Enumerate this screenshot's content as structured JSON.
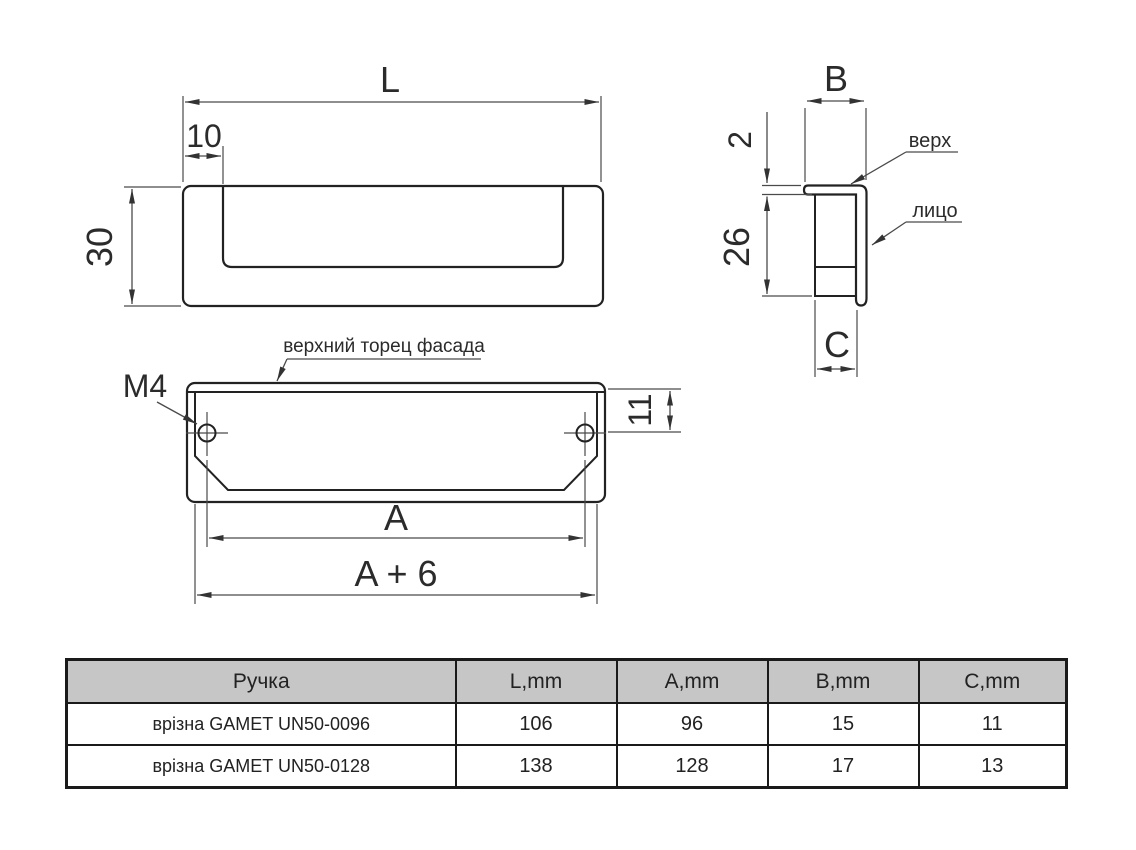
{
  "drawing": {
    "front_view": {
      "dim_length": "L",
      "dim_offset": "10",
      "dim_height": "30"
    },
    "side_view": {
      "dim_width": "B",
      "dim_lip_thickness": "2",
      "dim_body_height": "26",
      "dim_bottom_width": "C",
      "label_top": "верх",
      "label_face": "лицо"
    },
    "top_view": {
      "label_thread": "M4",
      "label_facade_edge": "верхний торец фасада",
      "dim_hole_offset": "11",
      "dim_hole_spacing": "A",
      "dim_overall": "A + 6"
    }
  },
  "table": {
    "headers": [
      "Ручка",
      "L,mm",
      "A,mm",
      "B,mm",
      "C,mm"
    ],
    "rows": [
      [
        "врізна GAMET UN50-0096",
        "106",
        "96",
        "15",
        "11"
      ],
      [
        "врізна GAMET UN50-0128",
        "138",
        "128",
        "17",
        "13"
      ]
    ]
  },
  "colors": {
    "line": "#222222",
    "dimension_line": "#4a4a4a",
    "table_header_bg": "#c6c6c6",
    "background": "#ffffff"
  }
}
